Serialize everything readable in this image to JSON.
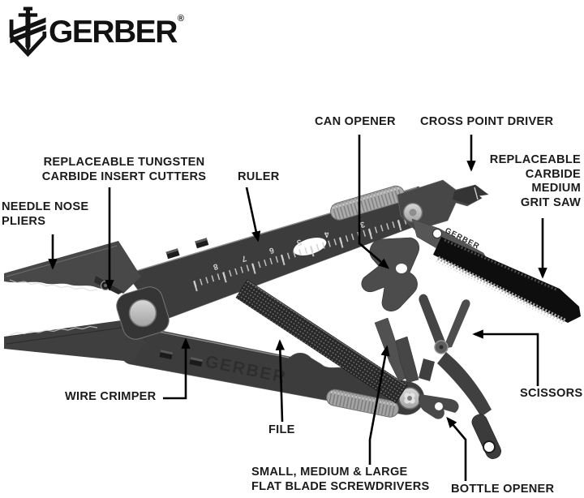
{
  "brand": {
    "name": "GERBER",
    "registered": "®"
  },
  "callouts": {
    "needle_nose_pliers": {
      "lines": [
        "NEEDLE NOSE",
        "PLIERS"
      ]
    },
    "tungsten_cutters": {
      "lines": [
        "REPLACEABLE TUNGSTEN",
        "CARBIDE INSERT CUTTERS"
      ]
    },
    "ruler": {
      "label": "RULER"
    },
    "can_opener": {
      "label": "CAN OPENER"
    },
    "cross_point_driver": {
      "label": "CROSS POINT DRIVER"
    },
    "carbide_saw": {
      "lines": [
        "REPLACEABLE",
        "CARBIDE",
        "MEDIUM",
        "GRIT SAW"
      ]
    },
    "wire_crimper": {
      "label": "WIRE CRIMPER"
    },
    "file": {
      "label": "FILE"
    },
    "flat_screwdrivers": {
      "lines": [
        "SMALL, MEDIUM & LARGE",
        "FLAT BLADE SCREWDRIVERS"
      ]
    },
    "bottle_opener": {
      "label": "BOTTLE OPENER"
    },
    "scissors": {
      "label": "SCISSORS"
    }
  },
  "tool_markings": {
    "handle_engraving": "GERBER",
    "saw_arm_stamp": "GERBER",
    "ruler_numbers": [
      "8",
      "7",
      "6",
      "5",
      "4",
      "3"
    ]
  },
  "colors": {
    "background": "#ffffff",
    "ink": "#1b1b1b",
    "tool_dark": "#3c3c3c",
    "tool_mid": "#4a4a4a",
    "tool_silver": "#bdbdbd",
    "saw_black": "#0e0e0e"
  }
}
